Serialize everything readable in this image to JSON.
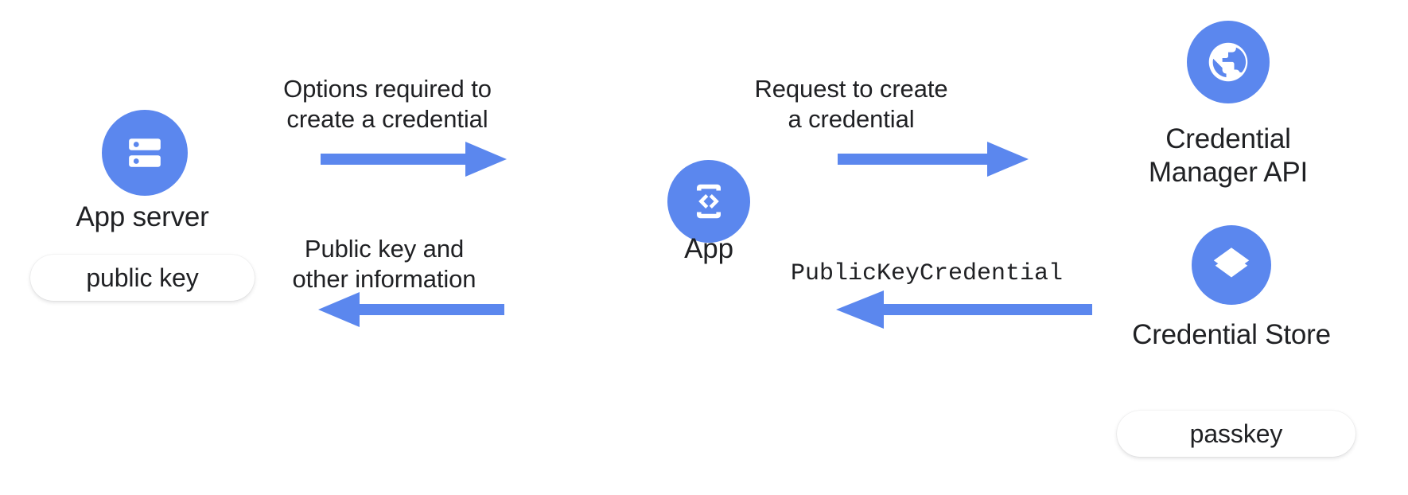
{
  "diagram": {
    "title": "Passkey creation flow",
    "accent_color": "#5b87ee",
    "text_color": "#202124",
    "background": "#ffffff"
  },
  "nodes": [
    {
      "id": "app-server",
      "icon": "server-icon",
      "label": "App server",
      "pill": "public key"
    },
    {
      "id": "app",
      "icon": "app-code-phone-icon",
      "label": "App",
      "pill": null
    },
    {
      "id": "credential-manager-api",
      "icon": "globe-icon",
      "label": "Credential\nManager API",
      "pill": null
    },
    {
      "id": "credential-store",
      "icon": "layers-icon",
      "label": "Credential Store",
      "pill": "passkey"
    }
  ],
  "arrows": [
    {
      "id": "server-to-app-options",
      "label": "Options required to\ncreate a credential",
      "direction": "right",
      "mono": false
    },
    {
      "id": "server-to-app-publickey",
      "label": "Public key and\nother information",
      "direction": "left",
      "mono": false
    },
    {
      "id": "app-to-cm-request",
      "label": "Request to create\na credential",
      "direction": "right",
      "mono": false
    },
    {
      "id": "store-to-app-credential",
      "label": "PublicKeyCredential",
      "direction": "left",
      "mono": true
    }
  ]
}
